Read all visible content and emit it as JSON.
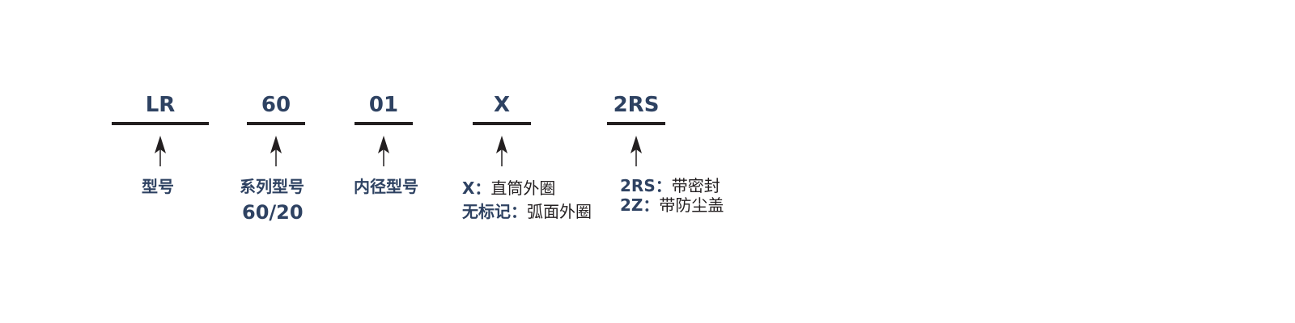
{
  "segments": [
    {
      "code": "LR",
      "label": "型号"
    },
    {
      "code": "60",
      "label": "系列型号",
      "sub": "60/20"
    },
    {
      "code": "01",
      "label": "内径型号"
    },
    {
      "code": "X",
      "lines": [
        {
          "key": "X：",
          "value": "直筒外圈"
        },
        {
          "key": "无标记：",
          "value": "弧面外圈"
        }
      ]
    },
    {
      "code": "2RS",
      "lines": [
        {
          "key": "2RS：",
          "value": "带密封"
        },
        {
          "key": "2Z：",
          "value": "带防尘盖"
        }
      ]
    }
  ],
  "colors": {
    "text": "#2e4262",
    "line": "#231f20"
  }
}
